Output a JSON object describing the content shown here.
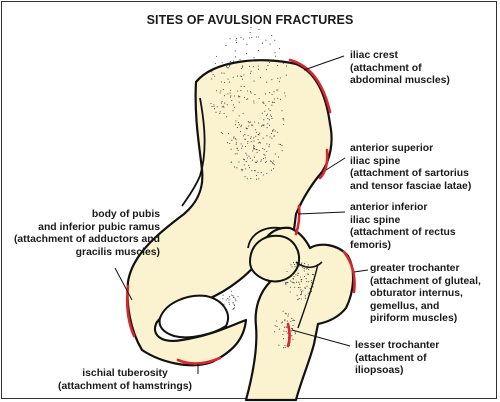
{
  "title": "SITES OF AVULSION FRACTURES",
  "colors": {
    "bone_fill": "#fbf3cf",
    "outline": "#111111",
    "highlight": "#d9262f",
    "stipple": "#3a3a3a",
    "frame": "#333333"
  },
  "labels": {
    "iliac_crest": [
      "iliac crest",
      "(attachment of",
      "abdominal muscles)"
    ],
    "asis": [
      "anterior superior",
      "iliac spine",
      "(attachment of sartorius",
      "and tensor fasciae latae)"
    ],
    "aiis": [
      "anterior inferior",
      "iliac spine",
      "(attachment of rectus",
      "femoris)"
    ],
    "pubis": [
      "body of pubis",
      "and inferior pubic ramus",
      "(attachment of adductors and",
      "gracilis muscles)"
    ],
    "greater_trochanter": [
      "greater trochanter",
      "(attachment of gluteal,",
      "obturator internus,",
      "gemellus, and",
      "piriform muscles)"
    ],
    "lesser_trochanter": [
      "lesser trochanter",
      "(attachment of",
      "iliopsoas)"
    ],
    "ischial_tuberosity": [
      "ischial tuberosity",
      "(attachment of hamstrings)"
    ]
  }
}
